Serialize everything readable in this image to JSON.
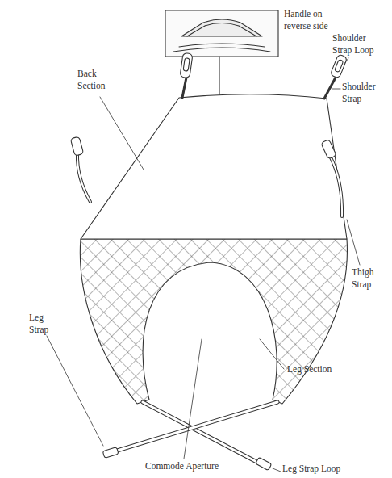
{
  "diagram": {
    "labels": [
      "Handle on reverse side",
      "Back Section",
      "Shoulder Strap Loop",
      "Shoulder Strap",
      "Thigh Strap",
      "Leg Strap",
      "Leg Section",
      "Commode Aperture",
      "Leg Strap Loop"
    ]
  }
}
